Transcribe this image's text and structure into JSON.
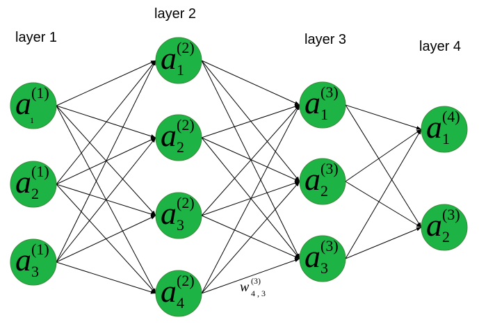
{
  "layers": [
    {
      "label": "layer 1",
      "nodes": [
        {
          "sup": "(1)",
          "sub": "1",
          "sub_small": true
        },
        {
          "sup": "(1)",
          "sub": "2"
        },
        {
          "sup": "(1)",
          "sub": "3"
        }
      ]
    },
    {
      "label": "layer 2",
      "nodes": [
        {
          "sup": "(2)",
          "sub": "1"
        },
        {
          "sup": "(2)",
          "sub": "2"
        },
        {
          "sup": "(2)",
          "sub": "3"
        },
        {
          "sup": "(2)",
          "sub": "4"
        }
      ]
    },
    {
      "label": "layer 3",
      "nodes": [
        {
          "sup": "(3)",
          "sub": "1"
        },
        {
          "sup": "(3)",
          "sub": "2"
        },
        {
          "sup": "(3)",
          "sub": "3"
        }
      ]
    },
    {
      "label": "layer 4",
      "nodes": [
        {
          "sup": "(4)",
          "sub": "1"
        },
        {
          "sup": "(3)",
          "sub": "2"
        }
      ]
    }
  ],
  "node_symbol": "a",
  "node_color": "#1db345",
  "weight_label": {
    "symbol": "w",
    "sup": "(3)",
    "sub": "4 , 3"
  }
}
